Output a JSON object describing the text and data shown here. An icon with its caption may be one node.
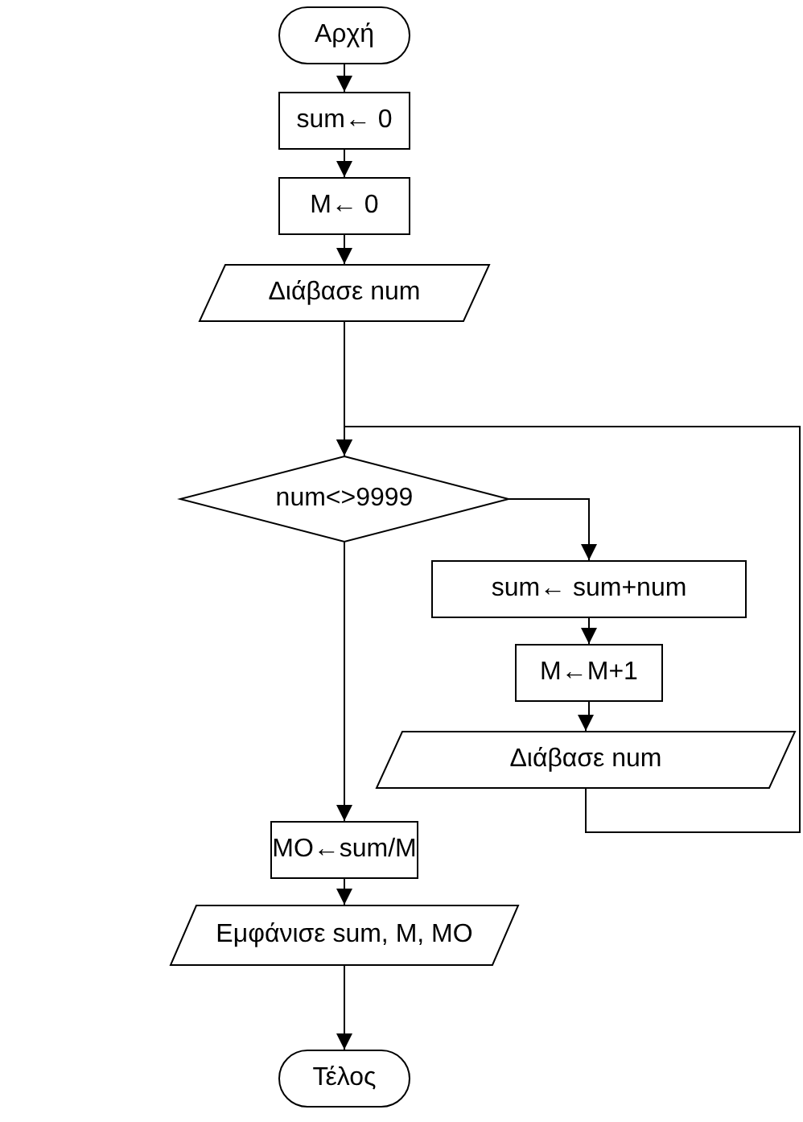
{
  "diagram": {
    "nodes": [
      {
        "text": [
          "Αρχή"
        ]
      },
      {
        "text": [
          "sum← 0"
        ]
      },
      {
        "text": [
          "M← 0"
        ]
      },
      {
        "text": [
          "Διάβασε num"
        ]
      },
      {
        "text": [
          "num<>9999"
        ]
      },
      {
        "text": [
          "sum← sum+num"
        ]
      },
      {
        "text": [
          "M←M+1"
        ]
      },
      {
        "text": [
          "Διάβασε num"
        ]
      },
      {
        "text": [
          "ΜΟ←sum/M"
        ]
      },
      {
        "text": [
          "Εμφάνισε sum, M, MO"
        ]
      },
      {
        "text": [
          "Τέλος"
        ]
      }
    ],
    "edges": [
      {
        "from": 0,
        "to": 1,
        "arrow": "to"
      },
      {
        "from": 1,
        "to": 2,
        "arrow": "to"
      },
      {
        "from": 2,
        "to": 3,
        "arrow": "to"
      },
      {
        "from": 3,
        "to": 4,
        "arrow": "to"
      },
      {
        "from": 4,
        "to": 5,
        "arrow": "to"
      },
      {
        "from": 5,
        "to": 6,
        "arrow": "to"
      },
      {
        "from": 6,
        "to": 7,
        "arrow": "to"
      },
      {
        "from": 7,
        "to": 4,
        "arrow": "to"
      },
      {
        "from": 4,
        "to": 8,
        "arrow": "to"
      },
      {
        "from": 8,
        "to": 9,
        "arrow": "to"
      },
      {
        "from": 9,
        "to": 10,
        "arrow": "to"
      }
    ]
  }
}
